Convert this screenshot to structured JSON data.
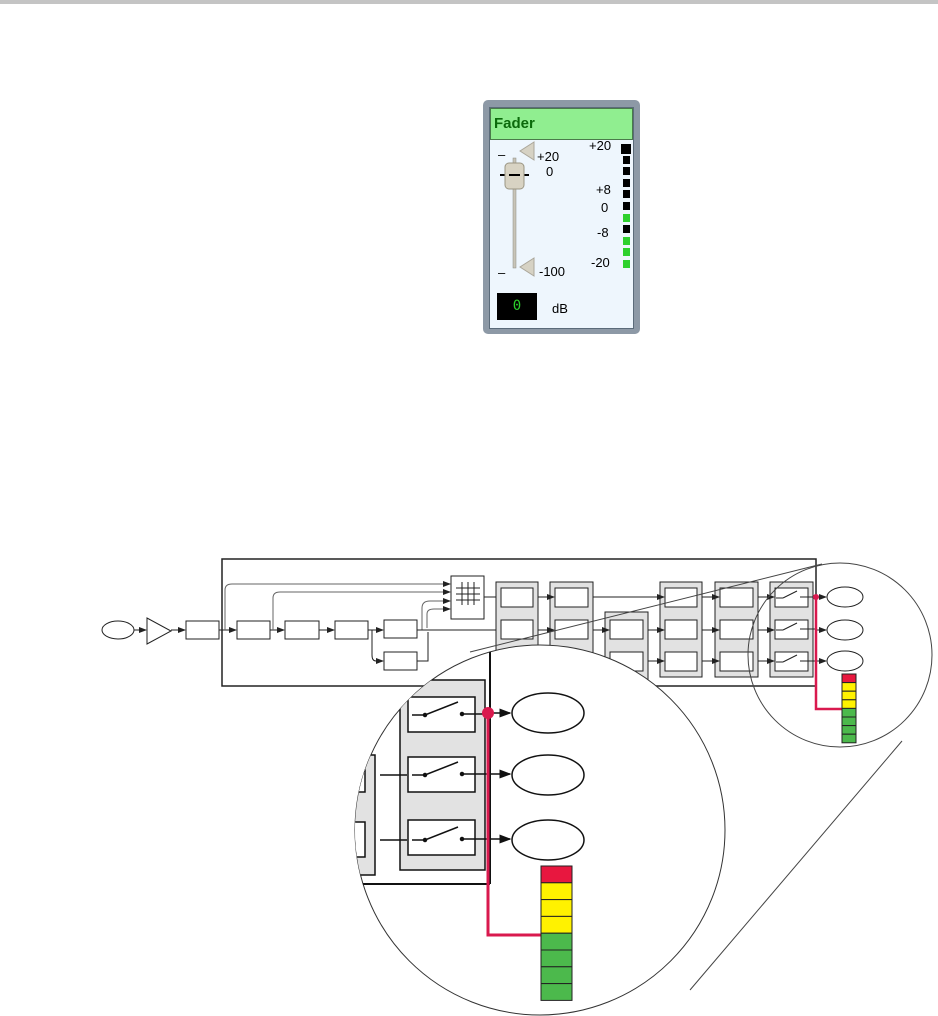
{
  "fader": {
    "title": "Fader",
    "minus_top": "–",
    "minus_bottom": "–",
    "max_label": "+20",
    "zero_label": "0",
    "min_label": "-100",
    "value": "0",
    "unit": "dB",
    "slider_value_db": 0,
    "meter_labels": [
      "+20",
      "+8",
      "0",
      "-8",
      "-20"
    ],
    "meter_segments": [
      "off",
      "off",
      "off",
      "off",
      "off",
      "off",
      "on",
      "off",
      "on",
      "on",
      "on"
    ],
    "colors": {
      "header": "#90ee90",
      "meter_on": "#2ed12e",
      "meter_off": "#000000"
    }
  },
  "diagram": {
    "output_meter_colors": [
      "#e8173f",
      "#fff200",
      "#fff200",
      "#fff200",
      "#4cb94c",
      "#4cb94c",
      "#4cb94c",
      "#4cb94c"
    ],
    "highlight_color": "#d9194e"
  }
}
